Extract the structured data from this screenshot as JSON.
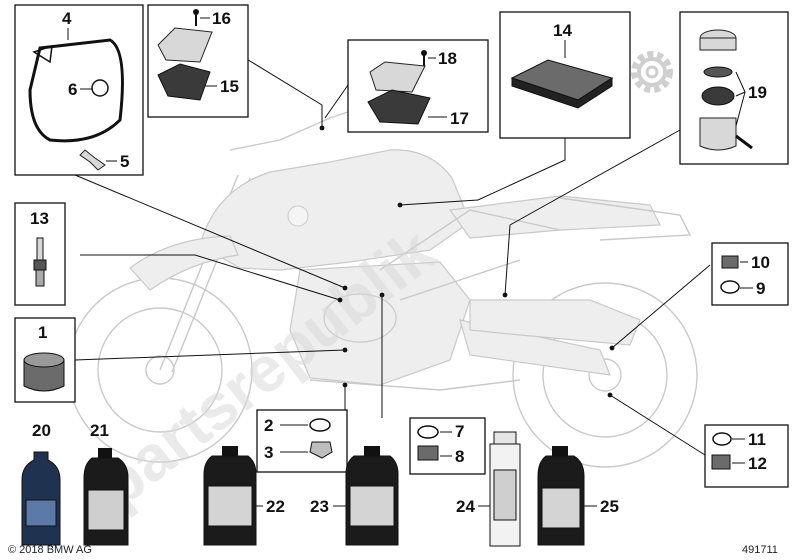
{
  "watermark": "partsrepublik",
  "callouts": {
    "c1": "1",
    "c2": "2",
    "c3": "3",
    "c4": "4",
    "c5": "5",
    "c6": "6",
    "c7": "7",
    "c8": "8",
    "c9": "9",
    "c10": "10",
    "c11": "11",
    "c12": "12",
    "c13": "13",
    "c14": "14",
    "c15": "15",
    "c16": "16",
    "c17": "17",
    "c18": "18",
    "c19": "19",
    "c20": "20",
    "c21": "21",
    "c22": "22",
    "c23": "23",
    "c24": "24",
    "c25": "25"
  },
  "copyright": "© 2018 BMW AG",
  "diagram_number": "491711"
}
